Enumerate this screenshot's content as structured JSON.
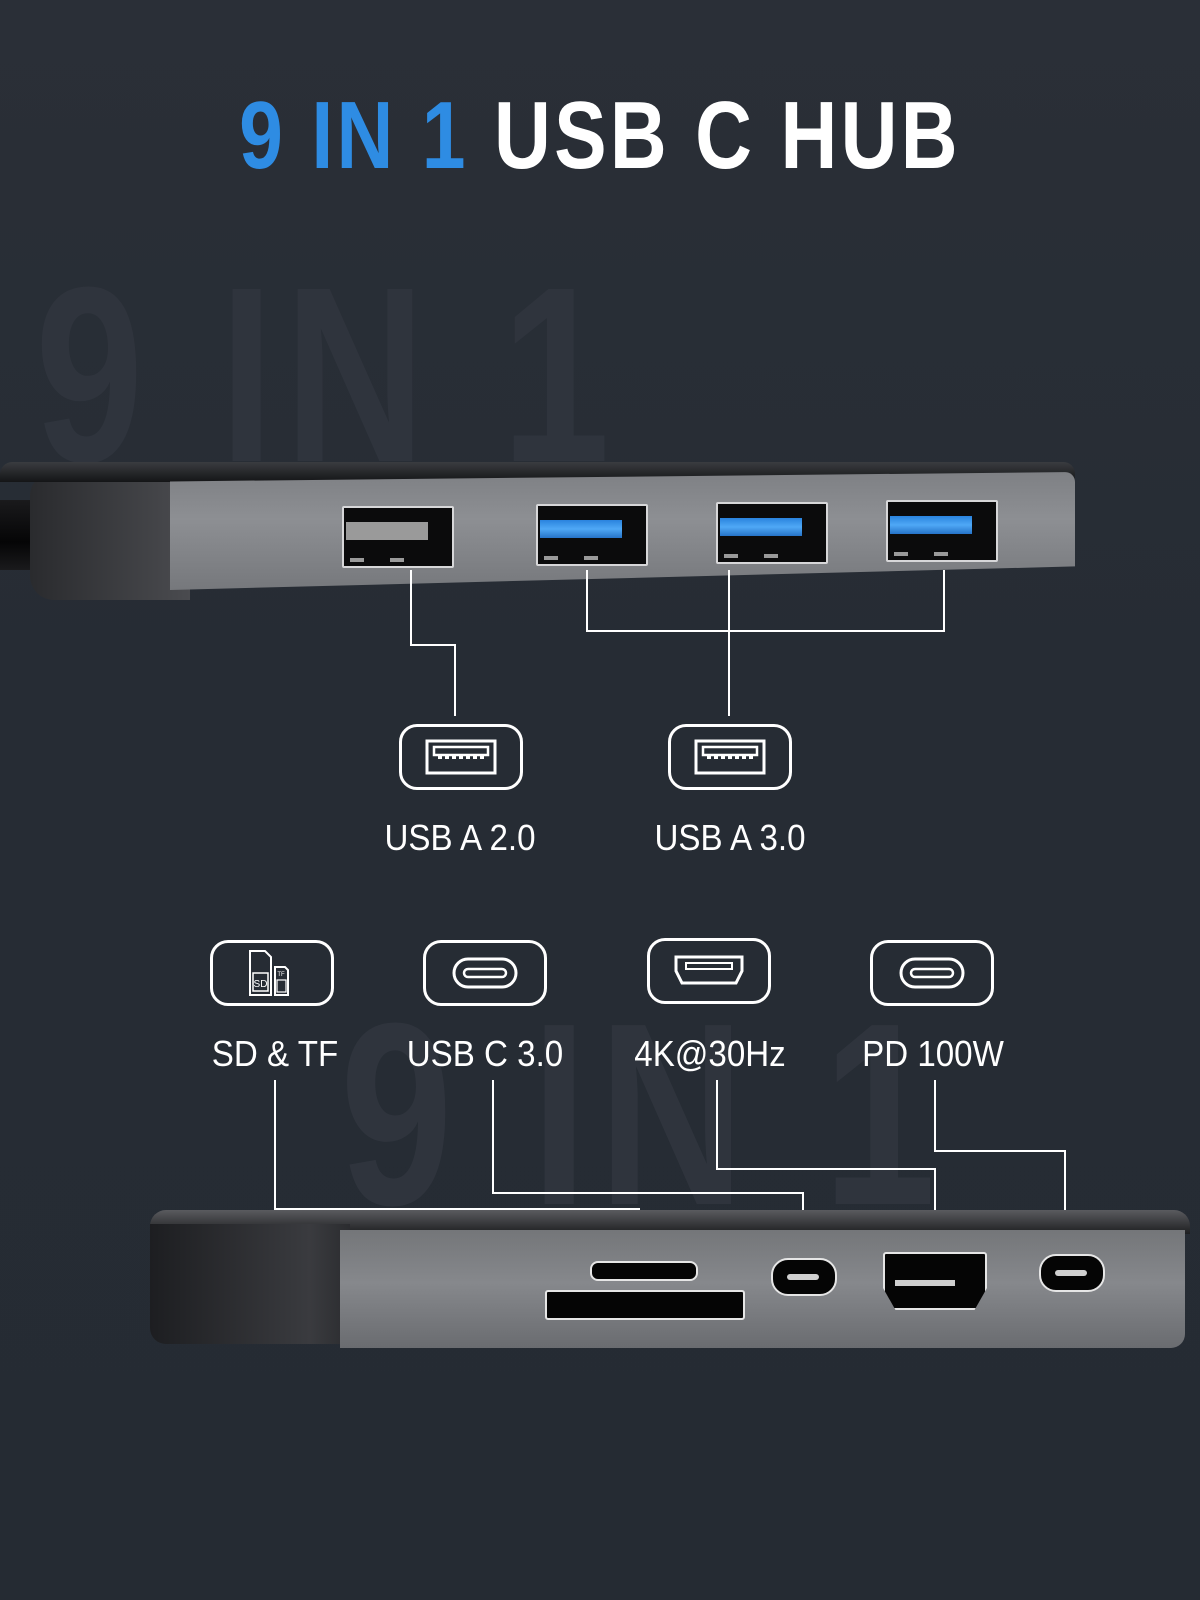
{
  "title": {
    "highlight": "9 IN 1",
    "rest": "USB C HUB",
    "highlight_color": "#2e8ce3",
    "rest_color": "#ffffff"
  },
  "watermark": {
    "top": "9 IN 1",
    "bottom": "9 IN 1"
  },
  "top_ports": {
    "groups": [
      {
        "icon": "usb-a-port-icon",
        "label": "USB A 2.0",
        "count": 1
      },
      {
        "icon": "usb-a-port-icon",
        "label": "USB A 3.0",
        "count": 3
      }
    ]
  },
  "bottom_ports": {
    "groups": [
      {
        "icon": "sd-tf-card-icon",
        "label": "SD & TF",
        "icon_text_sd": "SD",
        "icon_text_tf": "TF"
      },
      {
        "icon": "usb-c-port-icon",
        "label": "USB C 3.0"
      },
      {
        "icon": "hdmi-port-icon",
        "label": "4K@30Hz"
      },
      {
        "icon": "usb-c-port-icon",
        "label": "PD 100W"
      }
    ]
  },
  "colors": {
    "background": "#272c34",
    "accent_blue": "#2e8ce3",
    "usb3_tongue": "#3d97ee",
    "line": "#ffffff"
  }
}
